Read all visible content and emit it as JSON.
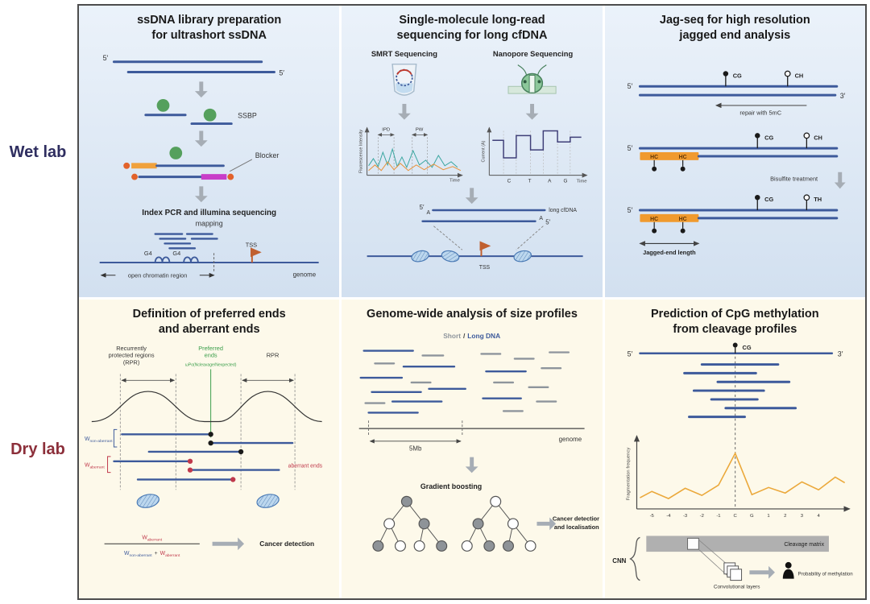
{
  "figure": {
    "wet_label": "Wet lab",
    "dry_label": "Dry lab"
  },
  "p1": {
    "title1": "ssDNA library preparation",
    "title2": "for ultrashort ssDNA",
    "five_top": "5′",
    "five_bottom": "5′",
    "ssbp": "SSBP",
    "blocker": "Blocker",
    "index_pcr": "Index PCR and illumina sequencing",
    "mapping": "mapping",
    "g4_left": "G4",
    "g4_right": "G4",
    "tss": "TSS",
    "open_chromatin": "open chromatin region",
    "genome": "genome"
  },
  "p2": {
    "title1": "Single-molecule long-read",
    "title2": "sequencing for long cfDNA",
    "smrt": "SMRT Sequencing",
    "nanopore": "Nanopore Sequencing",
    "y_fluor": "Fluorescence Intensity",
    "ipd": "IPD",
    "pw": "PW",
    "time_left": "Time",
    "y_current": "Current (A)",
    "bases": [
      "C",
      "T",
      "A",
      "G"
    ],
    "time_right": "Time",
    "five_top": "5′",
    "a_top": "A",
    "long_cfdna": "long cfDNA",
    "a_bottom": "A",
    "five_bottom": "5′",
    "tss": "TSS"
  },
  "p3": {
    "title1": "Jag-seq for high resolution",
    "title2": "jagged end analysis",
    "r1_five": "5′",
    "r1_cg": "CG",
    "r1_ch": "CH",
    "r1_three": "3′",
    "repair": "repair with 5mC",
    "r2_five": "5′",
    "r2_hc1": "HC",
    "r2_hc2": "HC",
    "r2_cg": "CG",
    "r2_ch": "CH",
    "bisulfite": "Bisulfite treatment",
    "r3_five": "5′",
    "r3_hc1": "HC",
    "r3_hc2": "HC",
    "r3_cg": "CG",
    "r3_th": "TH",
    "jagged": "Jagged-end length"
  },
  "p4": {
    "title1": "Definition of preferred ends",
    "title2": "and aberrant ends",
    "rpr1": "Recurrently",
    "rpr2": "protected regions",
    "rpr3": "(RPR)",
    "preferred1": "Preferred",
    "preferred2": "ends",
    "formula": "ωPo(Ncleavage/Nexpected)",
    "rpr_right": "RPR",
    "w": "W",
    "sub_non": "non-aberrant",
    "sub_ab": "aberrant",
    "plus": "+",
    "aberrant_ends": "aberrant ends",
    "cancer": "Cancer detection"
  },
  "p5": {
    "title": "Genome-wide analysis of size profiles",
    "short": "Short",
    "sep": "/",
    "long": "Long DNA",
    "mb": "5Mb",
    "genome": "genome",
    "gradient": "Gradient boosting",
    "result1": "Cancer detection",
    "result2": "and localisation"
  },
  "p6": {
    "title1": "Prediction of CpG methylation",
    "title2": "from cleavage profiles",
    "five": "5′",
    "cg": "CG",
    "three": "3′",
    "y_frag": "Fragmentation frequency",
    "xticks": [
      "-5",
      "-4",
      "-3",
      "-2",
      "-1",
      "C",
      "G",
      "1",
      "2",
      "3",
      "4"
    ],
    "cnn": "CNN",
    "matrix": "Cleavage matrix",
    "conv": "Convolutional layers",
    "prob": "Probability of methylation"
  },
  "colors": {
    "navy": "#3d5a9b",
    "orange": "#f09a2e",
    "green": "#55a05d",
    "cream": "#fdf9ea",
    "lightblue": "#d2e0f0",
    "red": "#c0394b"
  }
}
